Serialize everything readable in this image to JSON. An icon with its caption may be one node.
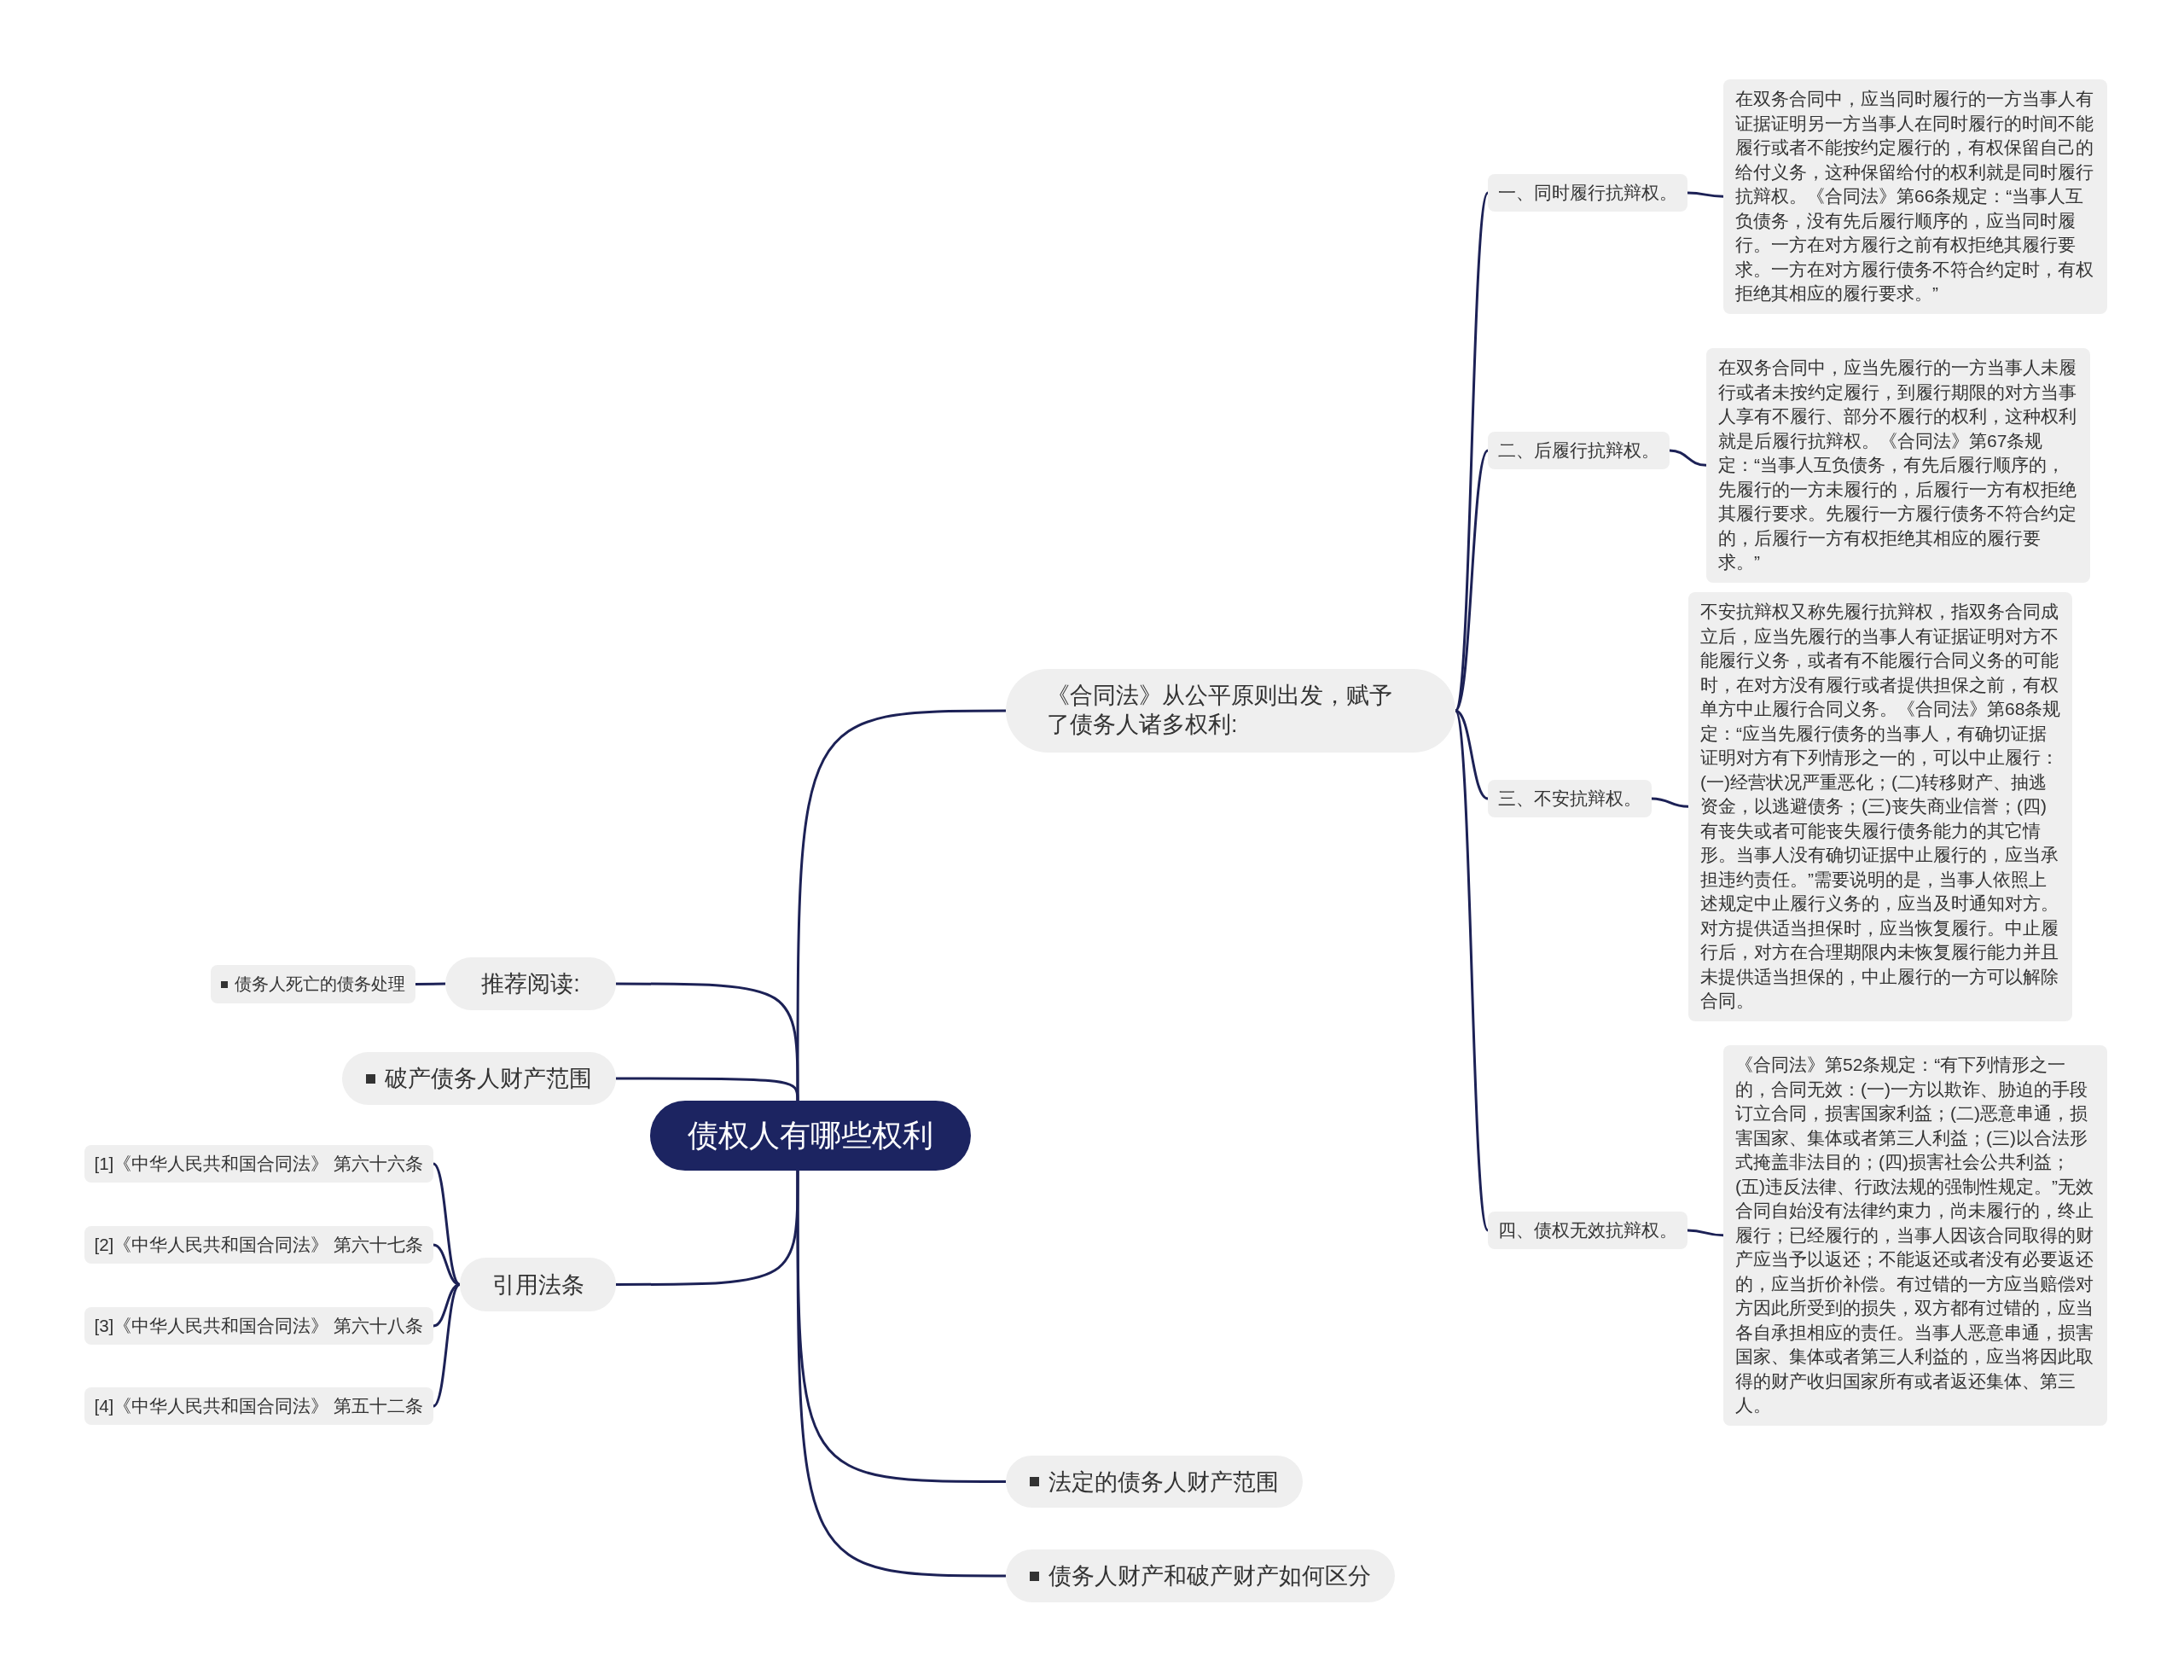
{
  "diagram": {
    "nodes": [
      {
        "text": [
          "债权人有哪些权利"
        ]
      },
      {
        "text": [
          "《合同法》从公平原则出发，赋予了债务人诸多权利:"
        ]
      },
      {
        "text": [
          "一、同时履行抗辩权。"
        ]
      },
      {
        "text": [
          "在双务合同中，应当同时履行的一方当事人有证据证明另一方当事人在同时履行的时间不能履行或者不能按约定履行的，有权保留自己的给付义务，这种保留给付的权利就是同时履行抗辩权。《合同法》第66条规定：“当事人互负债务，没有先后履行顺序的，应当同时履行。一方在对方履行之前有权拒绝其履行要求。一方在对方履行债务不符合约定时，有权拒绝其相应的履行要求。”"
        ]
      },
      {
        "text": [
          "二、后履行抗辩权。"
        ]
      },
      {
        "text": [
          "在双务合同中，应当先履行的一方当事人未履行或者未按约定履行，到履行期限的对方当事人享有不履行、部分不履行的权利，这种权利就是后履行抗辩权。《合同法》第67条规定：“当事人互负债务，有先后履行顺序的，先履行的一方未履行的，后履行一方有权拒绝其履行要求。先履行一方履行债务不符合约定的，后履行一方有权拒绝其相应的履行要求。”"
        ]
      },
      {
        "text": [
          "三、不安抗辩权。"
        ]
      },
      {
        "text": [
          "不安抗辩权又称先履行抗辩权，指双务合同成立后，应当先履行的当事人有证据证明对方不能履行义务，或者有不能履行合同义务的可能时，在对方没有履行或者提供担保之前，有权单方中止履行合同义务。《合同法》第68条规定：“应当先履行债务的当事人，有确切证据证明对方有下列情形之一的，可以中止履行：(一)经营状况严重恶化；(二)转移财产、抽逃资金，以逃避债务；(三)丧失商业信誉；(四)有丧失或者可能丧失履行债务能力的其它情形。当事人没有确切证据中止履行的，应当承担违约责任。”需要说明的是，当事人依照上述规定中止履行义务的，应当及时通知对方。对方提供适当担保时，应当恢复履行。中止履行后，对方在合理期限内未恢复履行能力并且未提供适当担保的，中止履行的一方可以解除合同。"
        ]
      },
      {
        "text": [
          "四、债权无效抗辩权。"
        ]
      },
      {
        "text": [
          "《合同法》第52条规定：“有下列情形之一的，合同无效：(一)一方以欺诈、胁迫的手段订立合同，损害国家利益；(二)恶意串通，损害国家、集体或者第三人利益；(三)以合法形式掩盖非法目的；(四)损害社会公共利益；(五)违反法律、行政法规的强制性规定。”无效合同自始没有法律约束力，尚未履行的，终止履行；已经履行的，当事人因该合同取得的财产应当予以返还；不能返还或者没有必要返还的，应当折价补偿。有过错的一方应当赔偿对方因此所受到的损失，双方都有过错的，应当各自承担相应的责任。当事人恶意串通，损害国家、集体或者第三人利益的，应当将因此取得的财产收归国家所有或者返还集体、第三人。"
        ]
      },
      {
        "text": [
          "推荐阅读:"
        ]
      },
      {
        "text": [
          "债务人死亡的债务处理"
        ]
      },
      {
        "text": [
          "破产债务人财产范围"
        ]
      },
      {
        "text": [
          "引用法条"
        ]
      },
      {
        "text": [
          "[1]《中华人民共和国合同法》 第六十六条"
        ]
      },
      {
        "text": [
          "[2]《中华人民共和国合同法》 第六十七条"
        ]
      },
      {
        "text": [
          "[3]《中华人民共和国合同法》 第六十八条"
        ]
      },
      {
        "text": [
          "[4]《中华人民共和国合同法》 第五十二条"
        ]
      },
      {
        "text": [
          "法定的债务人财产范围"
        ]
      },
      {
        "text": [
          "债务人财产和破产财产如何区分"
        ]
      }
    ],
    "edges": [
      {
        "from": 0,
        "to": 1,
        "arrow": "none"
      },
      {
        "from": 1,
        "to": 2,
        "arrow": "none"
      },
      {
        "from": 2,
        "to": 3,
        "arrow": "none"
      },
      {
        "from": 1,
        "to": 4,
        "arrow": "none"
      },
      {
        "from": 4,
        "to": 5,
        "arrow": "none"
      },
      {
        "from": 1,
        "to": 6,
        "arrow": "none"
      },
      {
        "from": 6,
        "to": 7,
        "arrow": "none"
      },
      {
        "from": 1,
        "to": 8,
        "arrow": "none"
      },
      {
        "from": 8,
        "to": 9,
        "arrow": "none"
      },
      {
        "from": 0,
        "to": 10,
        "arrow": "none"
      },
      {
        "from": 10,
        "to": 11,
        "arrow": "none"
      },
      {
        "from": 0,
        "to": 12,
        "arrow": "none"
      },
      {
        "from": 0,
        "to": 13,
        "arrow": "none"
      },
      {
        "from": 13,
        "to": 14,
        "arrow": "none"
      },
      {
        "from": 13,
        "to": 15,
        "arrow": "none"
      },
      {
        "from": 13,
        "to": 16,
        "arrow": "none"
      },
      {
        "from": 13,
        "to": 17,
        "arrow": "none"
      },
      {
        "from": 0,
        "to": 18,
        "arrow": "none"
      },
      {
        "from": 0,
        "to": 19,
        "arrow": "none"
      }
    ]
  }
}
